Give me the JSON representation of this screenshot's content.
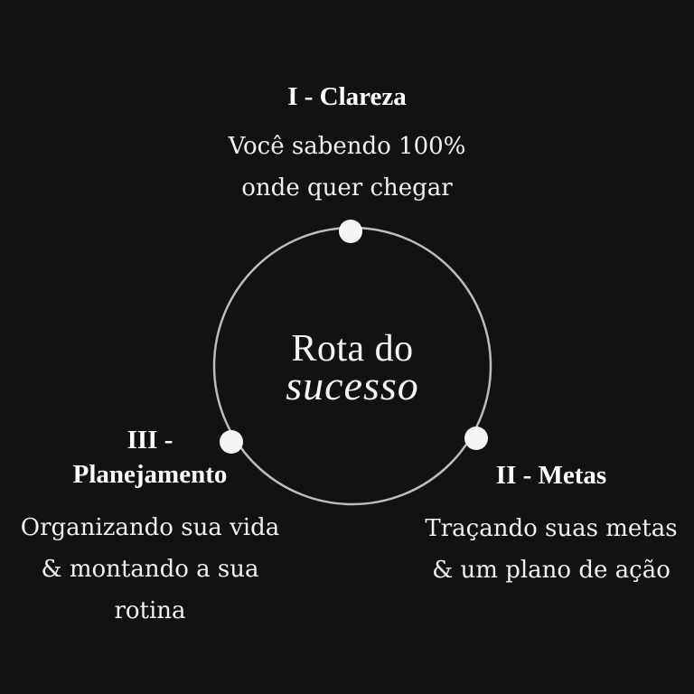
{
  "diagram": {
    "center": {
      "line1": "Rota do",
      "line2": "sucesso"
    },
    "stages": [
      {
        "title": "I - Clareza",
        "description_lines": [
          "Você sabendo 100%",
          "onde quer chegar"
        ]
      },
      {
        "title": "II - Metas",
        "description_lines": [
          "Traçando suas metas",
          "& um plano de ação"
        ]
      },
      {
        "title_lines": [
          "III -",
          "Planejamento"
        ],
        "description_lines": [
          "Organizando sua vida",
          "& montando a sua",
          "rotina"
        ]
      }
    ],
    "colors": {
      "background": "#121212",
      "ring": "#bdbdbd",
      "dots": "#f4f4f4",
      "text": "#ffffff"
    }
  }
}
